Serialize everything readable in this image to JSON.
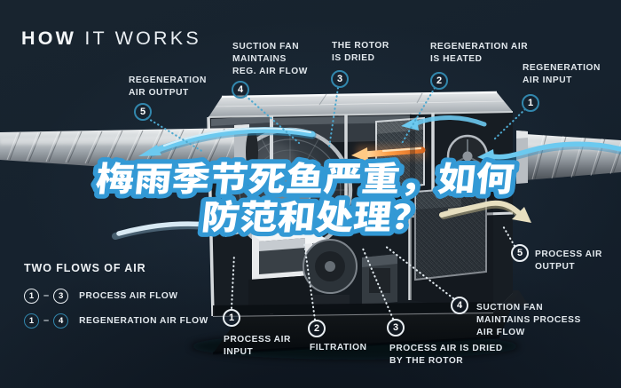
{
  "title": {
    "bold": "HOW",
    "light": "IT WORKS"
  },
  "headline": {
    "line1": "梅雨季节死鱼严重，如何",
    "line2": "防范和处理？",
    "fill_color": "#ffffff",
    "outline_color": "#3399d5"
  },
  "legend": {
    "heading": "TWO FLOWS OF AIR",
    "rows": [
      {
        "from": "1",
        "to": "3",
        "dash": "–",
        "label": "PROCESS AIR FLOW",
        "ring_color": "#e9eef2"
      },
      {
        "from": "1",
        "to": "4",
        "dash": "–",
        "label": "REGENERATION AIR FLOW",
        "ring_color": "#3287ad"
      }
    ]
  },
  "callouts": {
    "regeneration": [
      {
        "number": "5",
        "label": "REGENERATION\nAIR OUTPUT"
      },
      {
        "number": "4",
        "label": "SUCTION FAN\nMAINTAINS\nREG. AIR FLOW"
      },
      {
        "number": "3",
        "label": "THE ROTOR\nIS DRIED"
      },
      {
        "number": "2",
        "label": "REGENERATION AIR\nIS HEATED"
      },
      {
        "number": "1",
        "label": "REGENERATION\nAIR INPUT"
      }
    ],
    "process": [
      {
        "number": "1",
        "label": "PROCESS AIR\nINPUT"
      },
      {
        "number": "2",
        "label": "FILTRATION"
      },
      {
        "number": "3",
        "label": "PROCESS AIR IS DRIED\nBY THE ROTOR"
      },
      {
        "number": "4",
        "label": "SUCTION FAN\nMAINTAINS PROCESS\nAIR FLOW"
      },
      {
        "number": "5",
        "label": "PROCESS AIR\nOUTPUT"
      }
    ]
  },
  "colors": {
    "background": "#16222e",
    "label_text": "#e2e8ed",
    "process_ring": "#e9eef2",
    "regeneration_ring": "#3287ad",
    "process_line": "#dfe7ec",
    "regeneration_line": "#4da8cf",
    "air_swoosh": "#6cc9ef",
    "output_swoosh": "#e7dfc0",
    "heater_glow": "#f6954b"
  }
}
